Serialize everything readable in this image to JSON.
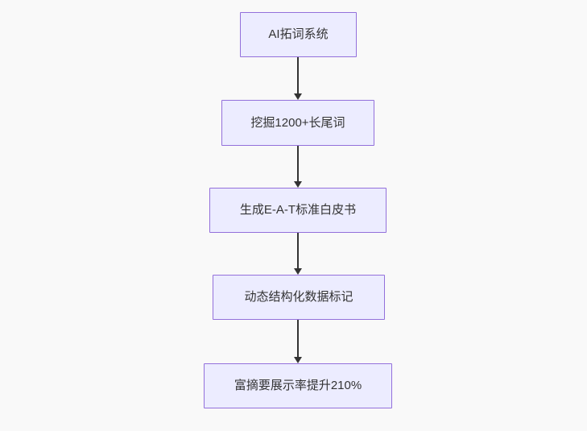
{
  "diagram": {
    "type": "flowchart",
    "direction": "top-down",
    "nodes": [
      {
        "id": "A",
        "label": "AI拓词系统"
      },
      {
        "id": "B",
        "label": "挖掘1200+长尾词"
      },
      {
        "id": "C",
        "label": "生成E-A-T标准白皮书"
      },
      {
        "id": "D",
        "label": "动态结构化数据标记"
      },
      {
        "id": "E",
        "label": "富摘要展示率提升210%"
      }
    ],
    "edges": [
      {
        "from": "A",
        "to": "B"
      },
      {
        "from": "B",
        "to": "C"
      },
      {
        "from": "C",
        "to": "D"
      },
      {
        "from": "D",
        "to": "E"
      }
    ],
    "colors": {
      "background": "#f9f9f9",
      "node_fill": "#ECECFF",
      "node_border": "#9370DB",
      "arrow": "#333333",
      "text": "#333333"
    }
  }
}
